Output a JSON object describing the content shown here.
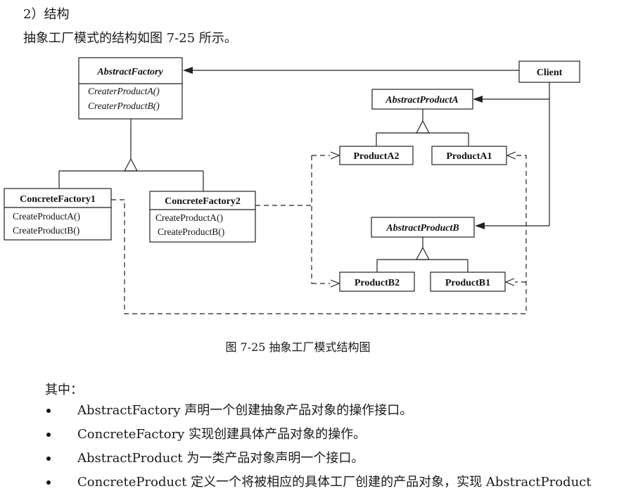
{
  "section_heading": "2）结构",
  "intro_text": "抽象工厂模式的结构如图 7-25 所示。",
  "diagram": {
    "abstract_factory": {
      "name": "AbstractFactory",
      "ops": [
        "CreaterProductA()",
        "CreaterProductB()"
      ]
    },
    "concrete_factory1": {
      "name": "ConcreteFactory1",
      "ops": [
        "CreateProductA()",
        "CreateProductB()"
      ]
    },
    "concrete_factory2": {
      "name": "ConcreteFactory2",
      "ops": [
        "CreateProductA()",
        "CreateProductB()"
      ]
    },
    "client": "Client",
    "abstract_product_a": "AbstractProductA",
    "abstract_product_b": "AbstractProductB",
    "product_a2": "ProductA2",
    "product_a1": "ProductA1",
    "product_b2": "ProductB2",
    "product_b1": "ProductB1"
  },
  "figure_caption": "图 7-25    抽象工厂模式结构图",
  "where_label": "其中：",
  "bullets": [
    "AbstractFactory 声明一个创建抽象产品对象的操作接口。",
    "ConcreteFactory 实现创建具体产品对象的操作。",
    "AbstractProduct 为一类产品对象声明一个接口。",
    "ConcreteProduct 定义一个将被相应的具体工厂创建的产品对象，实现 AbstractProduct"
  ]
}
